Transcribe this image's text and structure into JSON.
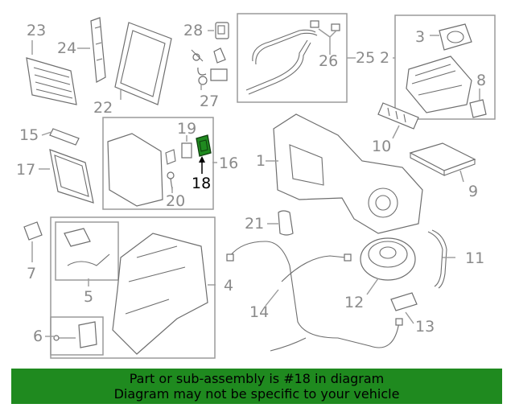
{
  "diagram": {
    "callouts": {
      "c1": "1",
      "c2": "2",
      "c3": "3",
      "c4": "4",
      "c5": "5",
      "c6": "6",
      "c7": "7",
      "c8": "8",
      "c9": "9",
      "c10": "10",
      "c11": "11",
      "c12": "12",
      "c13": "13",
      "c14": "14",
      "c15": "15",
      "c16": "16",
      "c17": "17",
      "c18": "18",
      "c19": "19",
      "c20": "20",
      "c21": "21",
      "c22": "22",
      "c23": "23",
      "c24": "24",
      "c25": "25",
      "c26": "26",
      "c27": "27",
      "c28": "28"
    },
    "highlighted_part": "18",
    "highlight_color": "#1f8a1f",
    "banner_color": "#1f8a1f"
  },
  "banner": {
    "line1": "Part or sub-assembly is #18 in diagram",
    "line2": "Diagram may not be specific to your vehicle"
  }
}
